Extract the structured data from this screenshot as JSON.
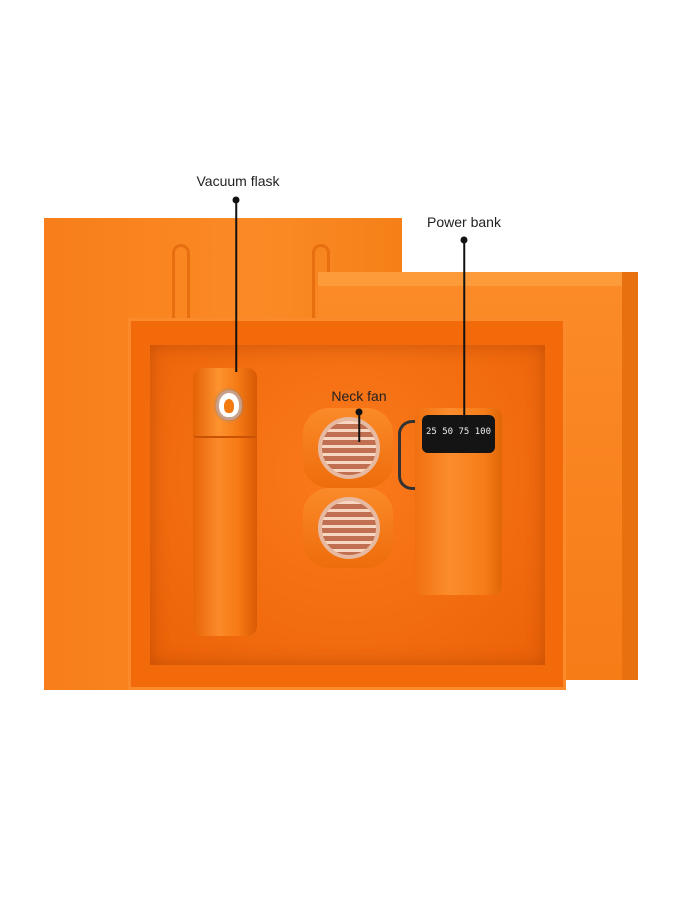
{
  "callouts": {
    "vacuum_flask": "Vacuum flask",
    "power_bank": "Power bank",
    "neck_fan": "Neck fan"
  },
  "power_bank_display": "25 50 75 100",
  "colors": {
    "brand_orange": "#f77e1a",
    "tray_orange": "#f26a0a"
  }
}
